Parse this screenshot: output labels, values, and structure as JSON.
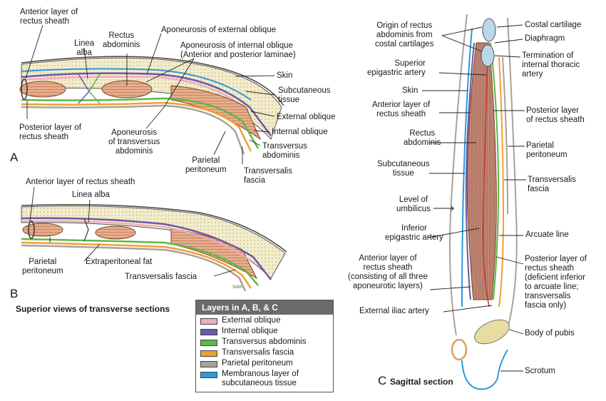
{
  "panelA": {
    "letter": "A",
    "labels": {
      "anterior_layer": "Anterior layer of\nrectus sheath",
      "rectus_abdominis": "Rectus\nabdominis",
      "linea_alba": "Linea\nalba",
      "aponeurosis_external": "Aponeurosis of external oblique",
      "aponeurosis_internal": "Aponeurosis of internal oblique\n(Anterior and posterior laminae)",
      "skin": "Skin",
      "subcutaneous": "Subcutaneous\ntissue",
      "external_oblique": "External oblique",
      "internal_oblique": "Internal oblique",
      "transversus": "Transversus\nabdominis",
      "transversalis_fascia": "Transversalis\nfascia",
      "parietal_peritoneum": "Parietal\nperitoneum",
      "aponeurosis_transversus": "Aponeurosis\nof transversus\nabdominis",
      "posterior_layer": "Posterior layer of\nrectus sheath"
    }
  },
  "panelB": {
    "letter": "B",
    "labels": {
      "anterior_layer": "Anterior layer of rectus sheath",
      "linea_alba": "Linea alba",
      "parietal_peritoneum": "Parietal\nperitoneum",
      "extraperitoneal_fat": "Extraperitoneal fat",
      "transversalis_fascia": "Transversalis fascia"
    },
    "caption": "Superior views of transverse sections"
  },
  "panelC": {
    "letter": "C",
    "title": "Sagittal section",
    "labels": {
      "origin_rectus": "Origin of rectus\nabdominis from\ncostal cartilages",
      "superior_epigastric": "Superior\nepigastric artery",
      "skin": "Skin",
      "anterior_layer": "Anterior layer of\nrectus sheath",
      "rectus_abdominis": "Rectus\nabdominis",
      "subcutaneous": "Subcutaneous\ntissue",
      "level_umbilicus": "Level of\numbilicus",
      "inferior_epigastric": "Inferior\nepigastric artery",
      "anterior_layer_all": "Anterior layer of\nrectus sheath\n(consisting of all three\naponeurotic layers)",
      "external_iliac": "External iliac artery",
      "costal_cartilage": "Costal cartilage",
      "diaphragm": "Diaphragm",
      "termination_thoracic": "Termination of\ninternal thoracic\nartery",
      "posterior_layer": "Posterior layer\nof rectus sheath",
      "parietal_peritoneum": "Parietal\nperitoneum",
      "transversalis_fascia": "Transversalis\nfascia",
      "arcuate_line": "Arcuate line",
      "posterior_deficient": "Posterior layer of\nrectus sheath\n(deficient inferior\nto arcuate line;\ntransversalis\nfascia only)",
      "body_pubis": "Body of pubis",
      "scrotum": "Scrotum"
    }
  },
  "legend": {
    "title": "Layers in A, B, & C",
    "items": [
      {
        "label": "External oblique",
        "color": "#f2a9c4"
      },
      {
        "label": "Internal oblique",
        "color": "#6a5aa8"
      },
      {
        "label": "Transversus abdominis",
        "color": "#5cb848"
      },
      {
        "label": "Transversalis fascia",
        "color": "#f0a030"
      },
      {
        "label": "Parietal peritoneum",
        "color": "#a8a39a"
      },
      {
        "label": "Membranous layer of\nsubcutaneous tissue",
        "color": "#2a9ad8"
      }
    ]
  },
  "signature": "SAM"
}
